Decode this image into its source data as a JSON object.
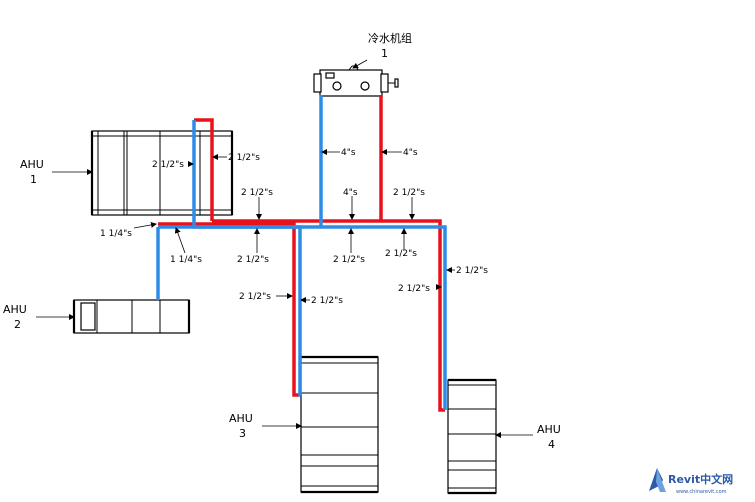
{
  "equipment": {
    "chiller": {
      "label": "冷水机组",
      "number": "1"
    },
    "ahu1": {
      "label": "AHU",
      "number": "1"
    },
    "ahu2": {
      "label": "AHU",
      "number": "2"
    },
    "ahu3": {
      "label": "AHU",
      "number": "3"
    },
    "ahu4": {
      "label": "AHU",
      "number": "4"
    }
  },
  "pipe_sizes": {
    "chiller_supply": "4\"s",
    "chiller_return": "4\"s",
    "main_header": "4\"s",
    "ahu1_riser_a": "2 1/2\"s",
    "ahu1_riser_b": "2 1/2\"s",
    "red_main_1": "2 1/2\"s",
    "red_main_2": "2 1/2\"s",
    "blue_main_1": "2 1/2\"s",
    "blue_main_2": "2 1/2\"s",
    "blue_main_3": "2 1/2\"s",
    "ahu2_upper": "1 1/4\"s",
    "ahu2_lower": "1 1/4\"s",
    "ahu3_a": "2 1/2\"s",
    "ahu3_b": "2 1/2\"s",
    "ahu4_a": "2 1/2\"s",
    "ahu4_b": "2 1/2\"s"
  },
  "watermark": {
    "brand": "Revit中文网",
    "url": "www.chinarevit.com"
  },
  "colors": {
    "supply": "#e8121c",
    "return": "#2f8ce6"
  }
}
